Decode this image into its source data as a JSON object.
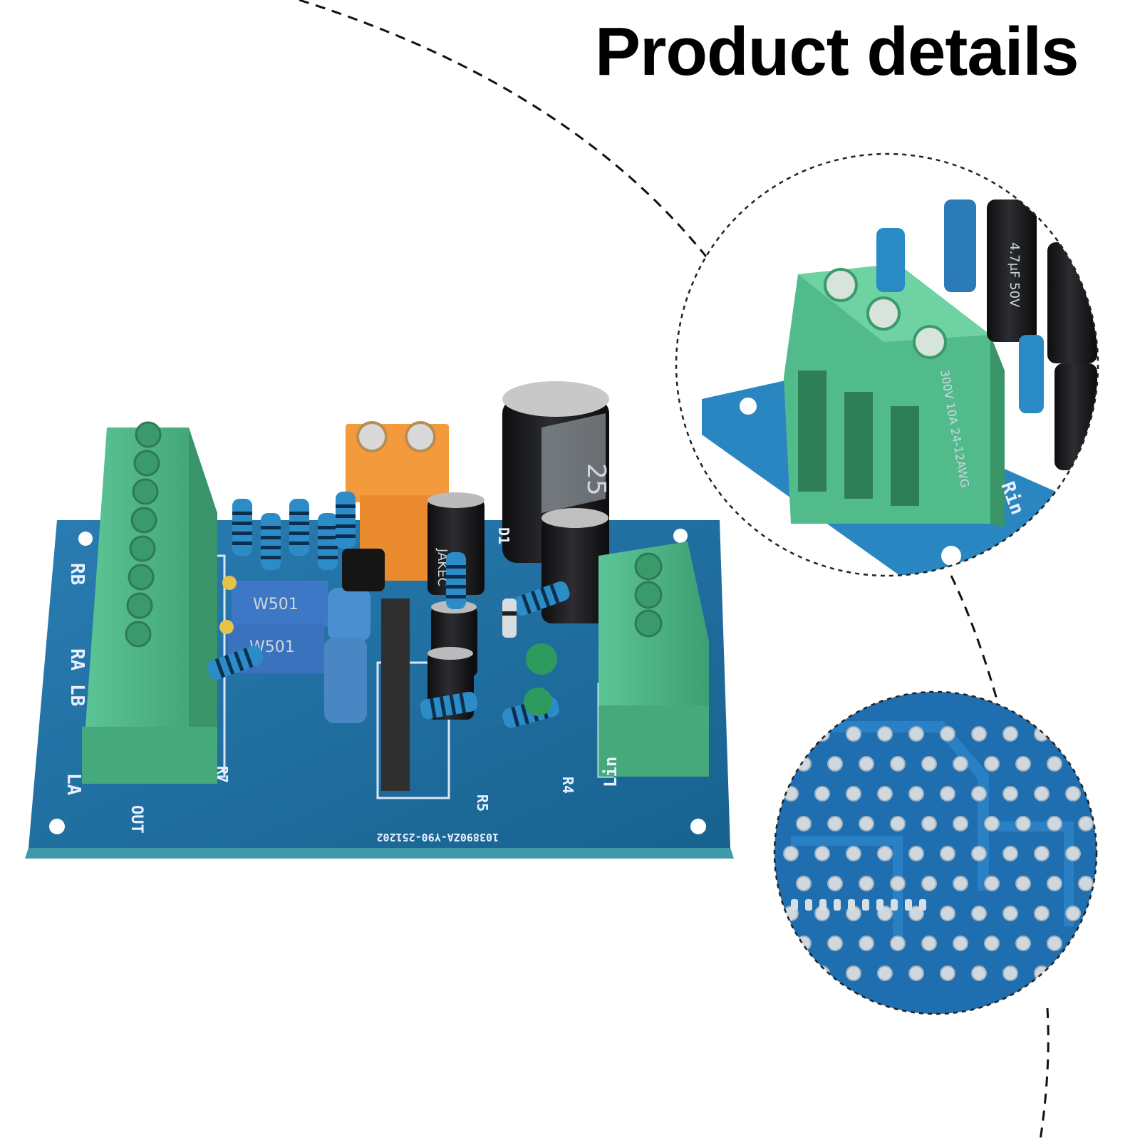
{
  "heading": {
    "title": "Product details"
  },
  "board": {
    "output_labels": [
      "RB",
      "RA",
      "LB",
      "LA"
    ],
    "out_label": "OUT",
    "input_label": "Lin",
    "potentiometer_label": "W501",
    "resistor_labels": [
      "R7",
      "R5",
      "R4"
    ],
    "diode_label": "D1",
    "capacitor_brand": "JAKEC",
    "serial_text": "103890ZA-Y90-251202"
  },
  "zoom_top": {
    "capacitor_text": "4.7μF 50V",
    "terminal_rating": "300V 10A 24-12AWG",
    "edge_label": "Rin"
  },
  "colors": {
    "board_blue": "#1f6fa3",
    "terminal_green": "#4fb88a",
    "terminal_orange": "#f0983a",
    "capacitor_black": "#1b1b1d"
  }
}
